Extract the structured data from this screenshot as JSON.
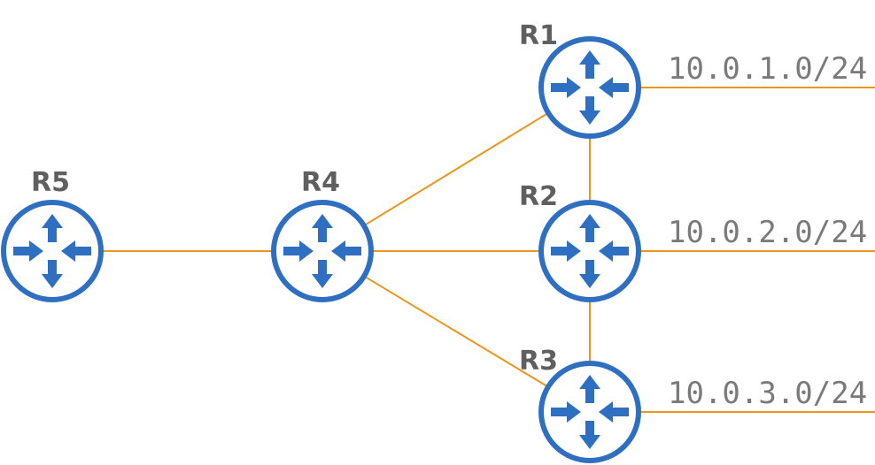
{
  "diagram": {
    "routers": [
      {
        "id": "R1",
        "label": "R1"
      },
      {
        "id": "R2",
        "label": "R2"
      },
      {
        "id": "R3",
        "label": "R3"
      },
      {
        "id": "R4",
        "label": "R4"
      },
      {
        "id": "R5",
        "label": "R5"
      }
    ],
    "links": [
      {
        "from": "R5",
        "to": "R4"
      },
      {
        "from": "R4",
        "to": "R1"
      },
      {
        "from": "R4",
        "to": "R2"
      },
      {
        "from": "R4",
        "to": "R3"
      },
      {
        "from": "R1",
        "to": "R2"
      },
      {
        "from": "R2",
        "to": "R3"
      }
    ],
    "subnets": [
      {
        "router": "R1",
        "label": "10.0.1.0/24"
      },
      {
        "router": "R2",
        "label": "10.0.2.0/24"
      },
      {
        "router": "R3",
        "label": "10.0.3.0/24"
      }
    ],
    "icon": "router-icon",
    "colors": {
      "router": "#2f6fc1",
      "link": "#e8961e",
      "router_label": "#5f5f5f",
      "subnet_label": "#7a7a7a"
    }
  }
}
